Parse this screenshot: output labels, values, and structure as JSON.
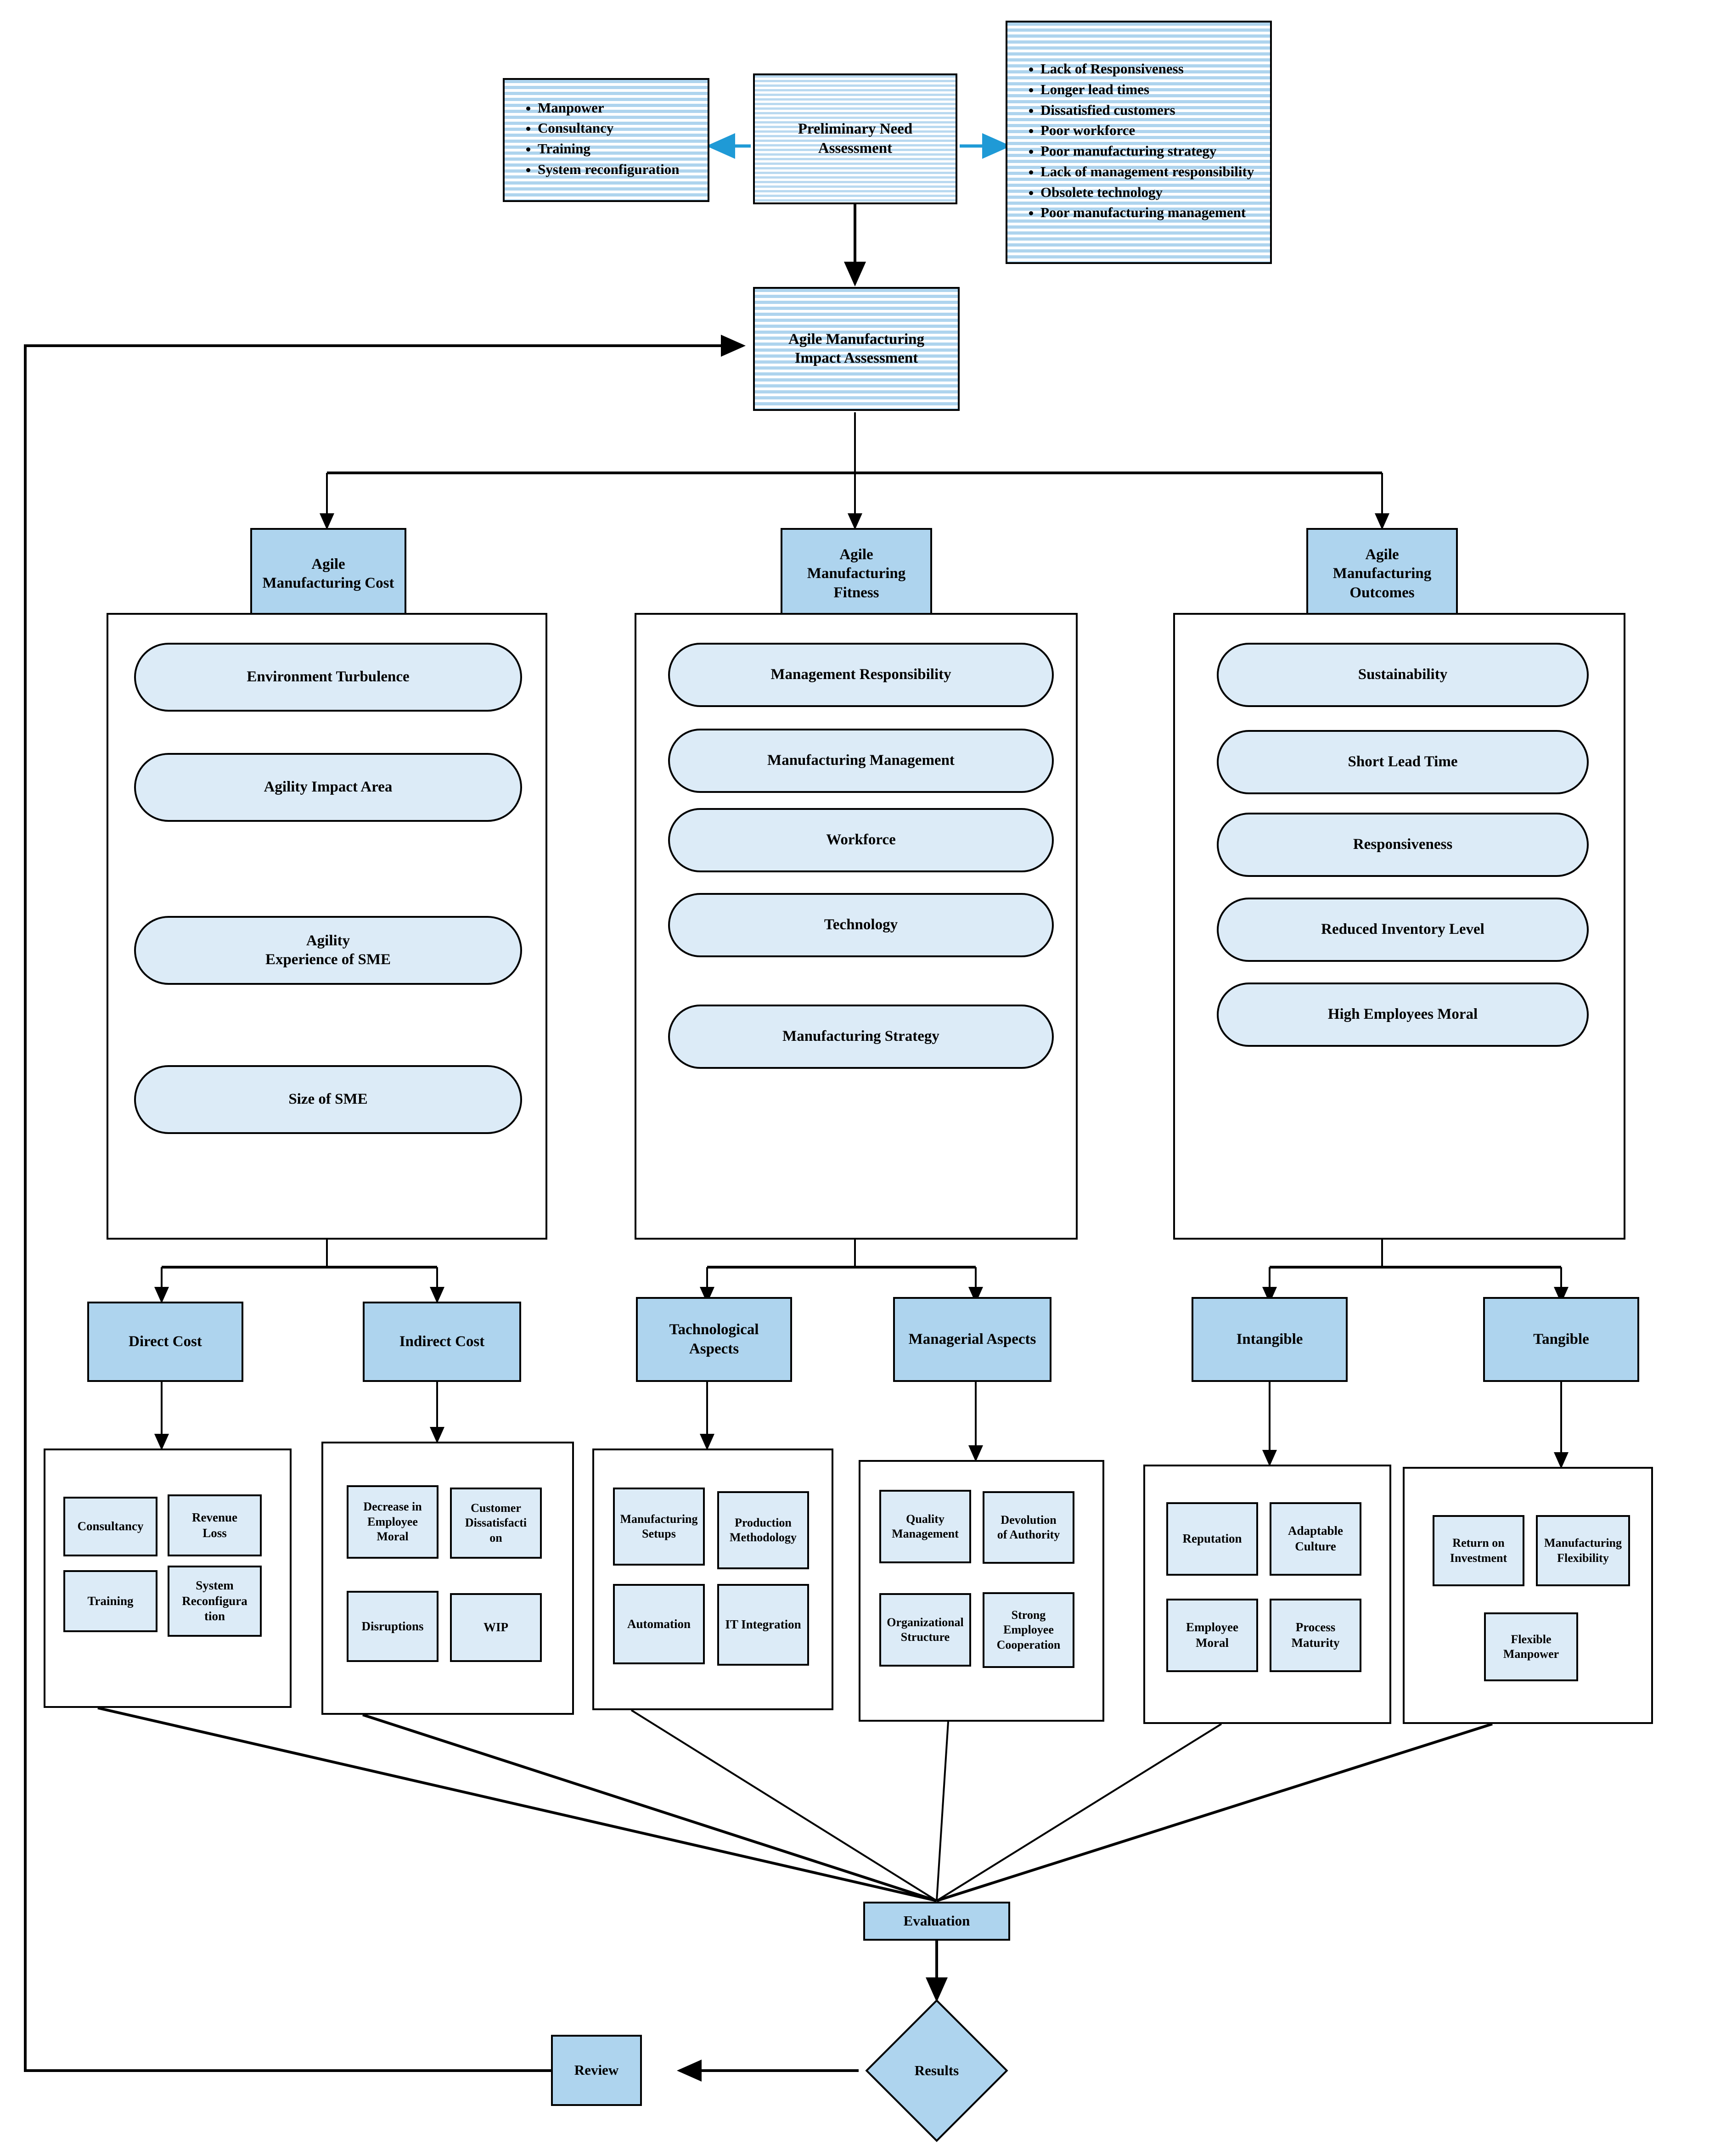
{
  "top": {
    "left_box": {
      "name": "preliminary-actions",
      "items": [
        "Manpower",
        "Consultancy",
        "Training",
        "System reconfiguration"
      ]
    },
    "center_box": {
      "label": "Preliminary Need\nAssessment"
    },
    "right_box": {
      "name": "problem-symptoms",
      "items": [
        "Lack of Responsiveness",
        "Longer lead times",
        "Dissatisfied customers",
        "Poor workforce",
        "Poor manufacturing strategy",
        "Lack of management responsibility",
        "Obsolete technology",
        "Poor manufacturing management"
      ]
    },
    "impact_assessment": {
      "label": "Agile Manufacturing\nImpact Assessment"
    }
  },
  "categories": [
    {
      "id": "cost",
      "label": "Agile\nManufacturing Cost"
    },
    {
      "id": "fitness",
      "label": "Agile\nManufacturing\nFitness"
    },
    {
      "id": "outcomes",
      "label": "Agile\nManufacturing\nOutcomes"
    }
  ],
  "criteria_groups": [
    {
      "id": "cost-criteria",
      "items": [
        "Environment Turbulence",
        "Agility Impact Area",
        "Agility\nExperience of SME",
        "Size of SME"
      ]
    },
    {
      "id": "fitness-criteria",
      "items": [
        "Management Responsibility",
        "Manufacturing Management",
        "Workforce",
        "Technology",
        "Manufacturing Strategy"
      ]
    },
    {
      "id": "outcomes-criteria",
      "items": [
        "Sustainability",
        "Short Lead Time",
        "Responsiveness",
        "Reduced Inventory Level",
        "High Employees Moral"
      ]
    }
  ],
  "subcategories": [
    {
      "id": "direct-cost",
      "label": "Direct Cost"
    },
    {
      "id": "indirect-cost",
      "label": "Indirect Cost"
    },
    {
      "id": "tachnological-aspects",
      "label": "Tachnological\nAspects"
    },
    {
      "id": "managerial-aspects",
      "label": "Managerial Aspects"
    },
    {
      "id": "intangible",
      "label": "Intangible"
    },
    {
      "id": "tangible",
      "label": "Tangible"
    }
  ],
  "leaf_groups": [
    {
      "id": "direct-cost-items",
      "items": [
        "Consultancy",
        "Revenue\nLoss",
        "Training",
        "System\nReconfigura\ntion"
      ]
    },
    {
      "id": "indirect-cost-items",
      "items": [
        "Decrease in\nEmployee\nMoral",
        "Customer\nDissatisfacti\non",
        "Disruptions",
        "WIP"
      ]
    },
    {
      "id": "tachnological-aspects-items",
      "items": [
        "Manufacturing\nSetups",
        "Production\nMethodology",
        "Automation",
        "IT Integration"
      ]
    },
    {
      "id": "managerial-aspects-items",
      "items": [
        "Quality\nManagement",
        "Devolution\nof Authority",
        "Organizational\nStructure",
        "Strong\nEmployee\nCooperation"
      ]
    },
    {
      "id": "intangible-items",
      "items": [
        "Reputation",
        "Adaptable\nCulture",
        "Employee\nMoral",
        "Process\nMaturity"
      ]
    },
    {
      "id": "tangible-items",
      "items": [
        "Return on\nInvestment",
        "Manufacturing\nFlexibility",
        "Flexible\nManpower"
      ]
    }
  ],
  "bottom": {
    "evaluation": {
      "label": "Evaluation"
    },
    "results": {
      "label": "Results"
    },
    "review": {
      "label": "Review"
    }
  },
  "colors": {
    "accent_solid": "#aed4ee",
    "accent_pale": "#dcebf7",
    "arrow_blue": "#1f9ad6",
    "line": "#000000"
  }
}
